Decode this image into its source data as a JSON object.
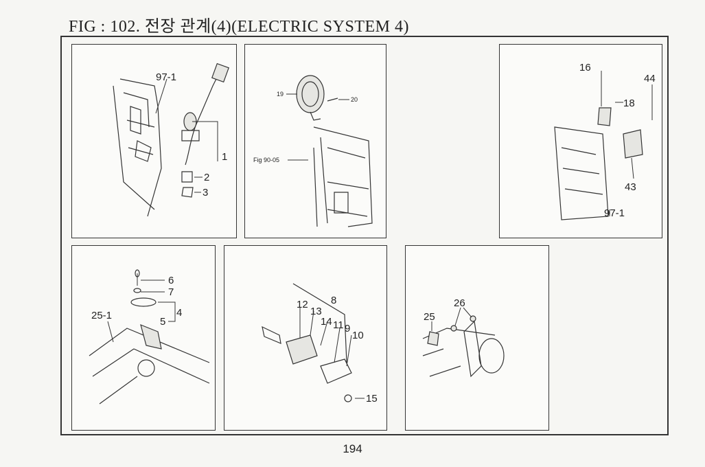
{
  "figure": {
    "title": "FIG : 102. 전장 관계(4)(ELECTRIC SYSTEM 4)",
    "page_number": "194"
  },
  "panels": [
    {
      "id": "p1",
      "labels": [
        "97-1",
        "1",
        "2",
        "3"
      ]
    },
    {
      "id": "p2",
      "labels": [
        "19",
        "20",
        "Fig 90-05"
      ]
    },
    {
      "id": "p3",
      "labels": [
        "16",
        "18",
        "44",
        "43",
        "97-1"
      ]
    },
    {
      "id": "p4",
      "labels": [
        "6",
        "7",
        "4",
        "5",
        "25-1"
      ]
    },
    {
      "id": "p5",
      "labels": [
        "8",
        "12",
        "13",
        "14",
        "11",
        "9",
        "10",
        "15"
      ]
    },
    {
      "id": "p6",
      "labels": [
        "25",
        "26"
      ]
    }
  ]
}
